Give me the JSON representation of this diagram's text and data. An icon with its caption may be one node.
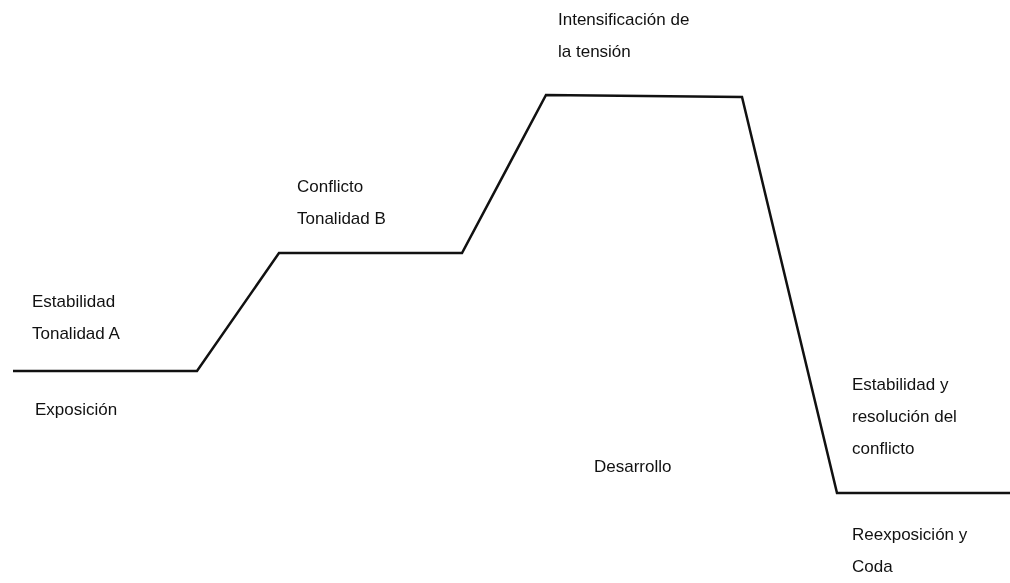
{
  "diagram": {
    "labels": [
      "Intensificación de la tensión",
      "Conflicto Tonalidad B",
      "Estabilidad Tonalidad A",
      "Exposición",
      "Estabilidad y resolución del conflicto",
      "Desarrollo",
      "Reexposición y Coda"
    ]
  }
}
